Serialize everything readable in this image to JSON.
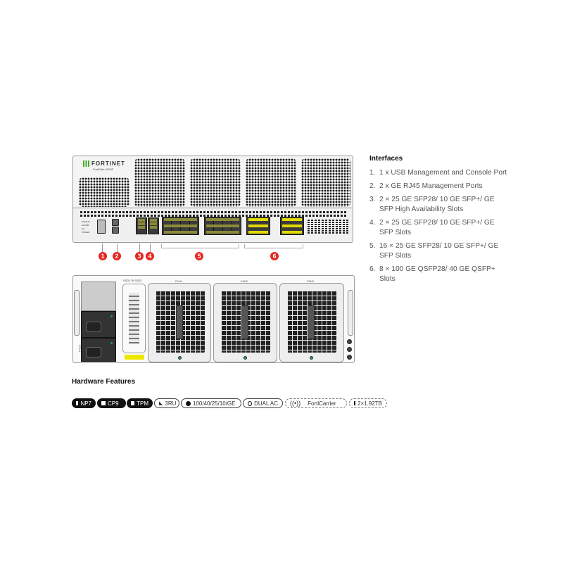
{
  "front_panel": {
    "brand": "FORTINET",
    "model": "FortiGate 4200F",
    "leds": [
      "STATUS",
      "ALARM",
      "HA",
      "POWER"
    ]
  },
  "callouts": [
    "1",
    "2",
    "3",
    "4",
    "5",
    "6"
  ],
  "rear_panel": {
    "ssd_labels": [
      "SSD1",
      "SSD2"
    ],
    "fans": [
      "FAN1",
      "FAN2",
      "FAN3"
    ],
    "psu_label": "PSU1"
  },
  "interfaces": {
    "title": "Interfaces",
    "items": [
      {
        "num": "1.",
        "text": "1 x USB Management and Console Port"
      },
      {
        "num": "2.",
        "text": "2 x GE RJ45 Management Ports"
      },
      {
        "num": "3.",
        "text": "2 × 25 GE SFP28/ 10 GE SFP+/ GE SFP High Availability Slots"
      },
      {
        "num": "4.",
        "text": "2 × 25 GE SFP28/ 10 GE SFP+/ GE SFP Slots"
      },
      {
        "num": "5.",
        "text": "16 × 25 GE SFP28/ 10 GE SFP+/ GE SFP Slots"
      },
      {
        "num": "6.",
        "text": "8 × 100 GE QSFP28/ 40 GE QSFP+ Slots"
      }
    ]
  },
  "hardware_features": {
    "title": "Hardware Features",
    "badges": [
      "NP7",
      "CP9",
      "TPM",
      "3RU",
      "100/40/25/10/GE",
      "DUAL AC",
      "FortiCarrier",
      "2×1.92TB"
    ]
  },
  "colors": {
    "callout": "#e8261f",
    "brand_green": "#3fae29",
    "led": "#1aa34a"
  }
}
